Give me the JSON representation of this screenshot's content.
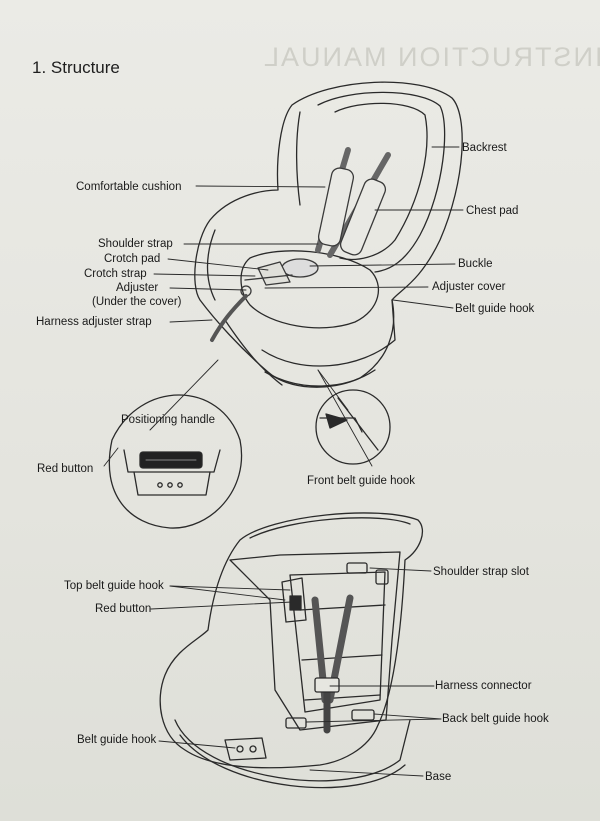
{
  "header": {
    "heading": "1. Structure"
  },
  "labels": {
    "backrest": "Backrest",
    "comfortable_cushion": "Comfortable  cushion",
    "chest_pad": "Chest  pad",
    "shoulder_strap": "Shoulder strap",
    "crotch_pad": "Crotch pad",
    "crotch_strap": "Crotch strap",
    "adjuster": "Adjuster",
    "under_the_cover": "(Under the cover)",
    "buckle": "Buckle",
    "adjuster_cover": "Adjuster cover",
    "belt_guide_hook_top": "Belt guide hook",
    "harness_adjuster_strap": "Harness adjuster strap",
    "positioning_handle": "Positioning handle",
    "red_button_detail": "Red button",
    "front_belt_guide_hook": "Front belt guide hook",
    "shoulder_strap_slot": "Shoulder strap slot",
    "top_belt_guide_hook": "Top belt guide hook",
    "red_button_rear": "Red button",
    "harness_connector": "Harness connector",
    "back_belt_guide_hook": "Back belt guide hook",
    "belt_guide_hook_bottom": "Belt guide hook",
    "base": "Base"
  },
  "colors": {
    "line": "#2a2a2a",
    "strap": "#555555",
    "paper": "#e6e6e0"
  }
}
